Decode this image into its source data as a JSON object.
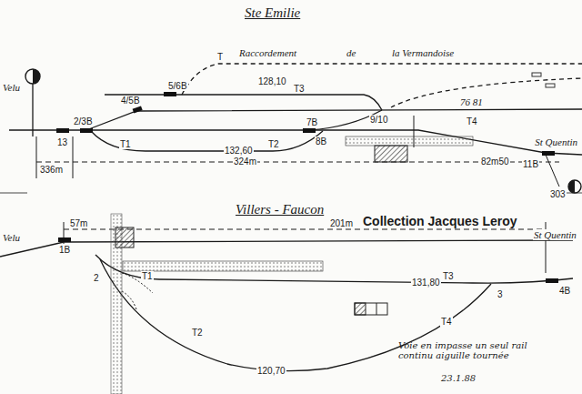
{
  "diagram": {
    "labels": [
      "Ste Emilie",
      "Raccordement",
      "de",
      "la Vermandoise",
      "T",
      "128,10",
      "T3",
      "Velu",
      "5/6B",
      "4/5B",
      "2/3B",
      "9/10",
      "76 81",
      "7B",
      "T4",
      "13",
      "T1",
      "132,60",
      "T2",
      "8B",
      "St Quentin",
      "11B",
      "336m",
      "324m",
      "82m50",
      "303",
      "Villers - Faucon",
      "Collection Jacques Leroy",
      "Velu",
      "1B",
      "57m",
      "201m",
      "St Quentin",
      "2",
      "T1",
      "131,80",
      "T3",
      "4B",
      "3",
      "T2",
      "T4",
      "120,70",
      "Voie en impasse un seul rail continu aiguille tournée",
      "23.1.88"
    ]
  }
}
